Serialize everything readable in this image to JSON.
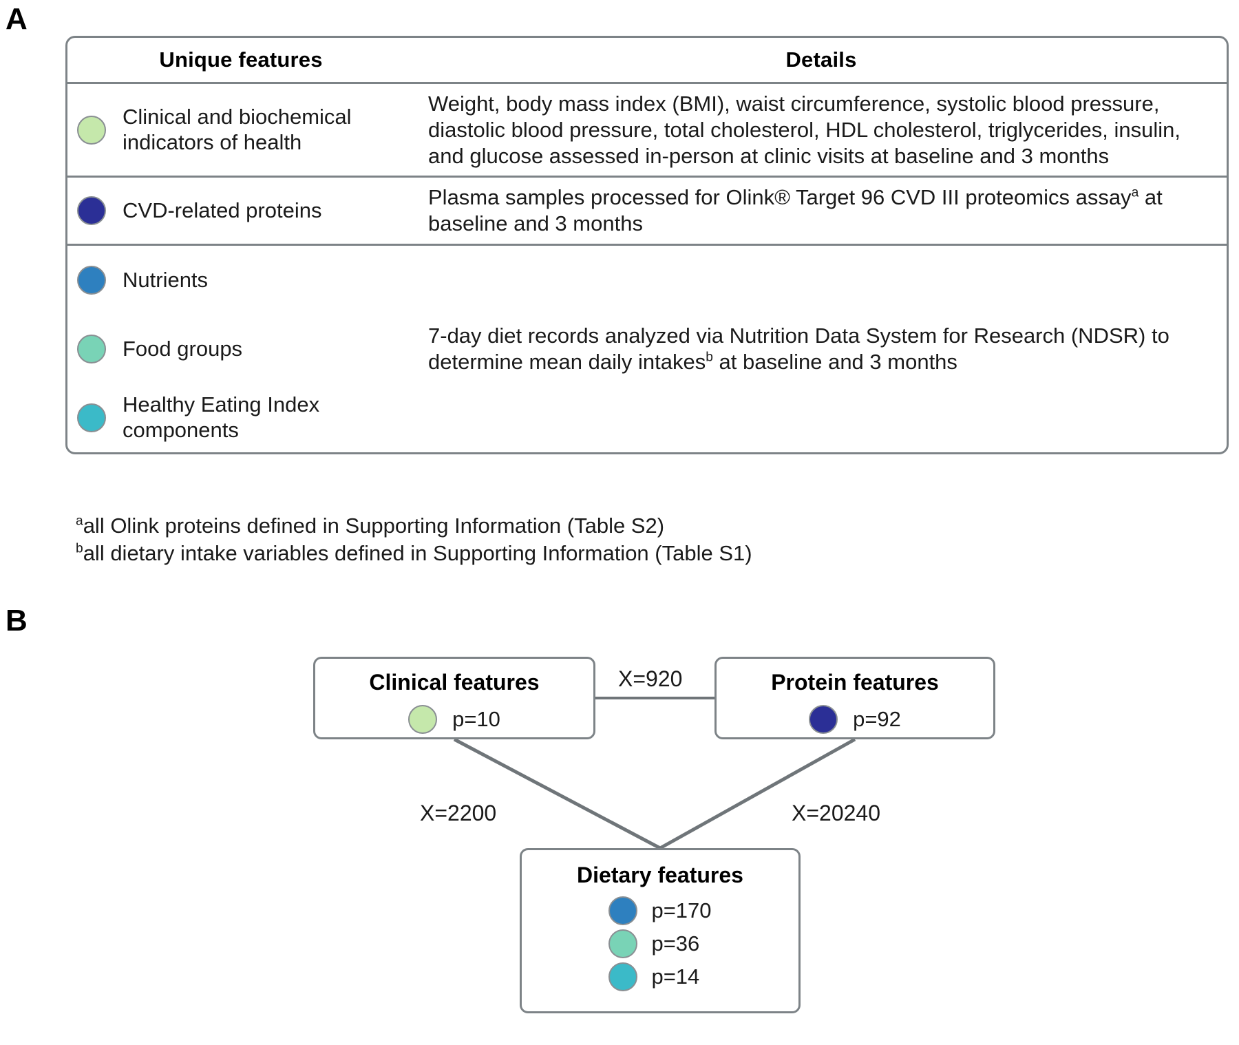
{
  "panels": {
    "a_letter": "A",
    "b_letter": "B"
  },
  "colors": {
    "clinical": "#c5e8ab",
    "protein": "#2b2f96",
    "nutrients": "#2e80bf",
    "food_groups": "#79d3b6",
    "hei": "#3bbac8",
    "border": "#7d8387",
    "dot_border": "#8a8f93"
  },
  "table": {
    "headers": {
      "features": "Unique features",
      "details": "Details"
    },
    "rows": [
      {
        "label": "Clinical and biochemical indicators of health",
        "dot_name": "clinical-dot",
        "color_key": "clinical",
        "details_prefix": "Weight, body mass index (BMI), waist circumference, systolic blood pressure, diastolic blood pressure, total cholesterol, HDL cholesterol, triglycerides, insulin, and glucose assessed in-person at clinic visits at baseline and 3 months",
        "details_sup": "",
        "details_suffix": ""
      },
      {
        "label": "CVD-related proteins",
        "dot_name": "protein-dot",
        "color_key": "protein",
        "details_prefix": "Plasma samples processed for Olink® Target 96 CVD III proteomics assay",
        "details_sup": "a",
        "details_suffix": " at baseline and 3 months"
      }
    ],
    "dietary": {
      "items": [
        {
          "label": "Nutrients",
          "dot_name": "nutrients-dot",
          "color_key": "nutrients"
        },
        {
          "label": "Food groups",
          "dot_name": "food-groups-dot",
          "color_key": "food_groups"
        },
        {
          "label": "Healthy Eating Index components",
          "dot_name": "hei-dot",
          "color_key": "hei"
        }
      ],
      "details_prefix": "7-day diet records analyzed via Nutrition Data System for Research (NDSR) to determine mean daily intakes",
      "details_sup": "b",
      "details_suffix": " at baseline and 3 months"
    }
  },
  "footnotes": [
    {
      "marker": "a",
      "text": "all Olink proteins defined in Supporting Information (Table S2)"
    },
    {
      "marker": "b",
      "text": "all dietary intake variables defined in Supporting Information (Table S1)"
    }
  ],
  "diagram": {
    "nodes": {
      "clinical": {
        "title": "Clinical features",
        "counts": [
          {
            "label": "p=10",
            "color_key": "clinical",
            "dot_name": "clinical-dot"
          }
        ]
      },
      "protein": {
        "title": "Protein features",
        "counts": [
          {
            "label": "p=92",
            "color_key": "protein",
            "dot_name": "protein-dot"
          }
        ]
      },
      "dietary": {
        "title": "Dietary features",
        "counts": [
          {
            "label": "p=170",
            "color_key": "nutrients",
            "dot_name": "nutrients-dot"
          },
          {
            "label": "p=36",
            "color_key": "food_groups",
            "dot_name": "food-groups-dot"
          },
          {
            "label": "p=14",
            "color_key": "hei",
            "dot_name": "hei-dot"
          }
        ]
      }
    },
    "edges": {
      "clinical_protein": "X=920",
      "clinical_dietary": "X=2200",
      "protein_dietary": "X=20240"
    }
  }
}
